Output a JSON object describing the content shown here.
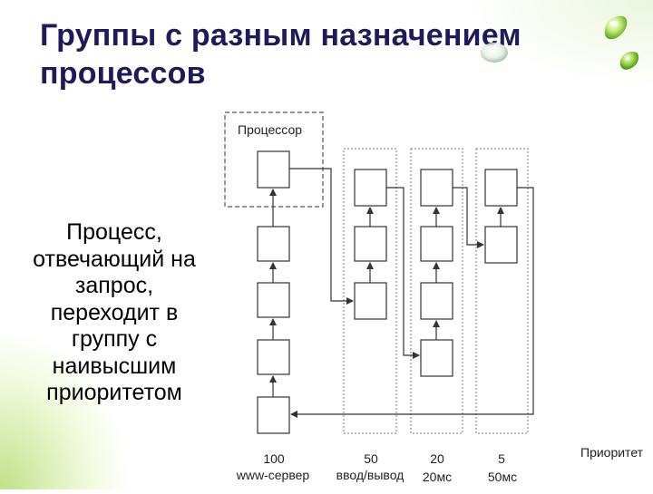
{
  "title": {
    "line1": "Группы с разным назначением",
    "line2": "процессов"
  },
  "side_text": {
    "lines": [
      "Процесс,",
      "отвечающий на",
      "запрос,",
      "переходит в",
      "группу с",
      "наивысшим",
      "приоритетом"
    ]
  },
  "diagram": {
    "processor_label": "Процессор",
    "priority_label": "Приоритет",
    "groups": [
      {
        "priority": "100",
        "name": "www-сервер"
      },
      {
        "priority": "50",
        "name": "ввод/вывод"
      },
      {
        "priority": "20",
        "name": "20мс"
      },
      {
        "priority": "5",
        "name": "50мс"
      }
    ]
  },
  "colors": {
    "title": "#1f1a5c",
    "accent_green": "#8cc828"
  }
}
